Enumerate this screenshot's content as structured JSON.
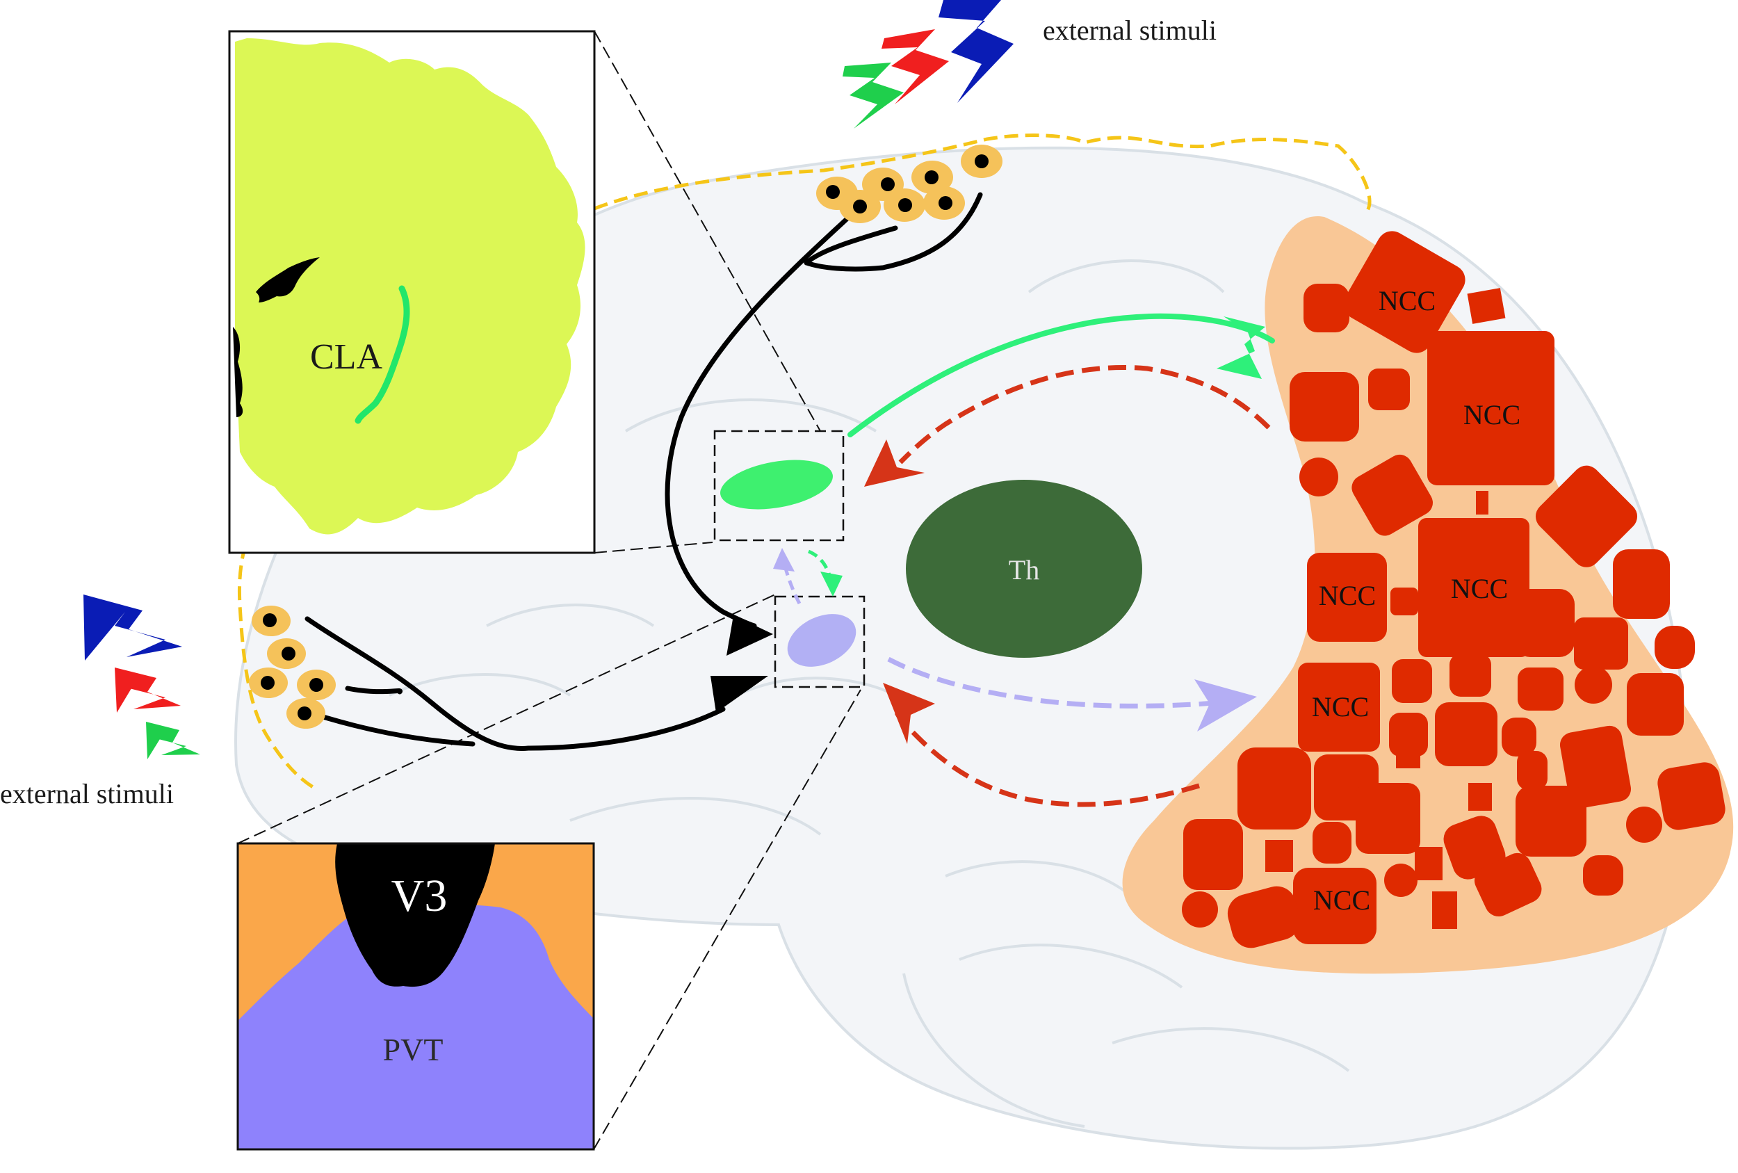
{
  "labels": {
    "stimuli_top": "external stimuli",
    "stimuli_left": "external stimuli",
    "cla": "CLA",
    "th": "Th",
    "v3": "V3",
    "pvt": "PVT",
    "ncc": [
      "NCC",
      "NCC",
      "NCC",
      "NCC",
      "NCC",
      "NCC"
    ]
  },
  "colors": {
    "cla_tissue": "#dcf755",
    "cla_marker": "#22e66a",
    "cla_nucleus": "#3ef06f",
    "pvt_nucleus": "#b2b0f4",
    "thalamus": "#3d6b39",
    "ncc_region": "#f9c796",
    "ncc_blocks": "#df2a00",
    "cortex_outline": "#f5c518",
    "neuron_body": "#f5c25a",
    "pvt_tissue": "#8e82fc",
    "v3_ventricle": "#000000",
    "pvt_background": "#faa74a",
    "arrow_green": "#2ef07a",
    "arrow_red": "#d63418",
    "arrow_lavender": "#b4aef4",
    "stimulus_blue": "#0a1cb5",
    "stimulus_red": "#f01f1f",
    "stimulus_green": "#1fcf4c"
  },
  "icons": {
    "stimuli": "lightning-bolt-icon",
    "neurons": "neuron-cell-icon"
  }
}
